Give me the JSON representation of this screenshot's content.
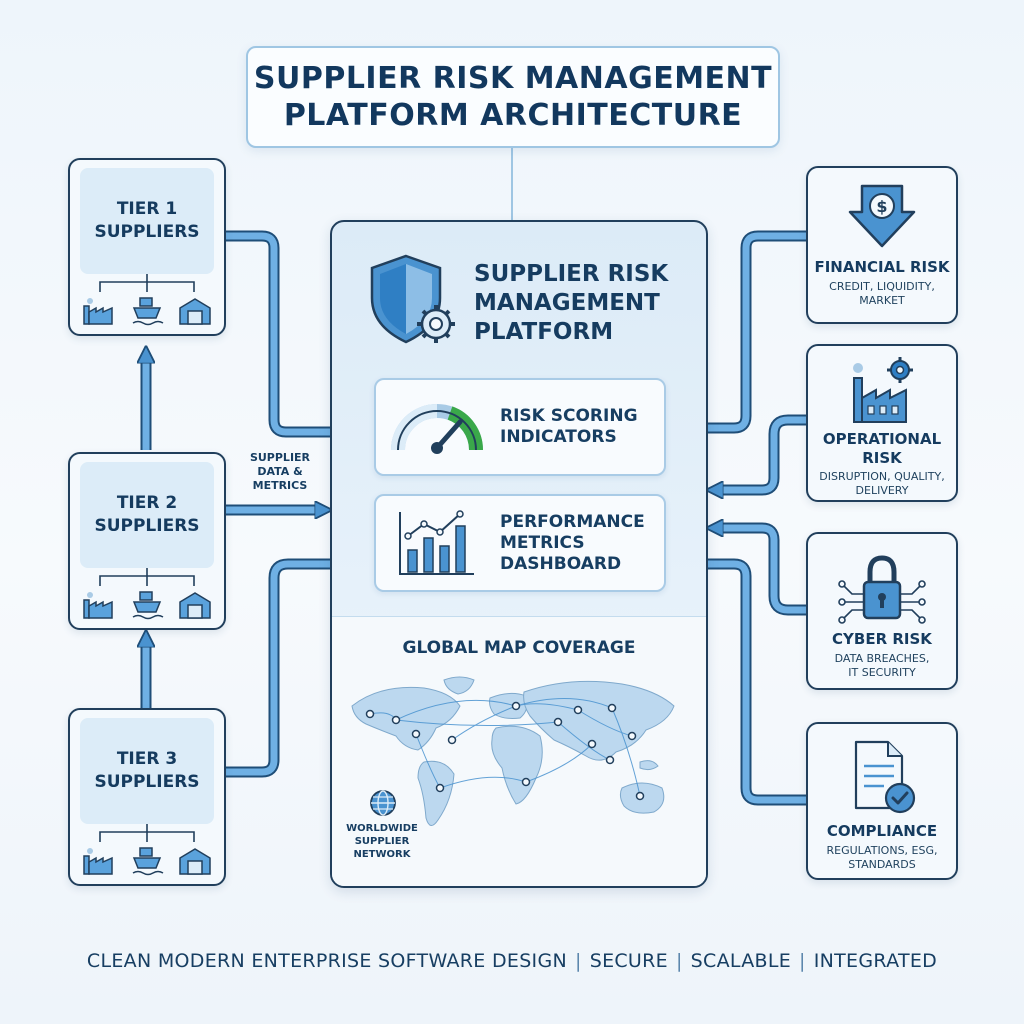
{
  "title": {
    "line1": "SUPPLIER RISK MANAGEMENT",
    "line2": "PLATFORM ARCHITECTURE"
  },
  "tiers": [
    {
      "line1": "TIER 1",
      "line2": "SUPPLIERS"
    },
    {
      "line1": "TIER 2",
      "line2": "SUPPLIERS"
    },
    {
      "line1": "TIER 3",
      "line2": "SUPPLIERS"
    }
  ],
  "tier_icons": [
    "factory-icon",
    "ship-icon",
    "warehouse-icon"
  ],
  "flow_label": {
    "line1": "SUPPLIER",
    "line2": "DATA &",
    "line3": "METRICS"
  },
  "platform": {
    "title": {
      "line1": "SUPPLIER RISK",
      "line2": "MANAGEMENT",
      "line3": "PLATFORM"
    },
    "risk_scoring": {
      "line1": "RISK SCORING",
      "line2": "INDICATORS"
    },
    "performance": {
      "line1": "PERFORMANCE",
      "line2": "METRICS",
      "line3": "DASHBOARD"
    },
    "map_title": "GLOBAL MAP COVERAGE",
    "network": {
      "line1": "WORLDWIDE",
      "line2": "SUPPLIER",
      "line3": "NETWORK"
    }
  },
  "risks": [
    {
      "title1": "FINANCIAL RISK",
      "title2": "",
      "sub1": "CREDIT, LIQUIDITY,",
      "sub2": "MARKET",
      "icon": "dollar-down-arrow-icon"
    },
    {
      "title1": "OPERATIONAL",
      "title2": "RISK",
      "sub1": "DISRUPTION, QUALITY,",
      "sub2": "DELIVERY",
      "icon": "factory-gear-icon"
    },
    {
      "title1": "CYBER RISK",
      "title2": "",
      "sub1": "DATA BREACHES,",
      "sub2": "IT SECURITY",
      "icon": "padlock-network-icon"
    },
    {
      "title1": "COMPLIANCE",
      "title2": "",
      "sub1": "REGULATIONS, ESG,",
      "sub2": "STANDARDS",
      "icon": "document-check-icon"
    }
  ],
  "footer": {
    "main": "CLEAN MODERN ENTERPRISE SOFTWARE DESIGN",
    "sep": "|",
    "item1": "SECURE",
    "item2": "SCALABLE",
    "item3": "INTEGRATED"
  },
  "colors": {
    "arrow": "#4a93d0",
    "arrow_outline": "#1f4e78",
    "border": "#213f5c",
    "accent": "#2f7fc4",
    "gauge_green": "#3aa84a"
  }
}
